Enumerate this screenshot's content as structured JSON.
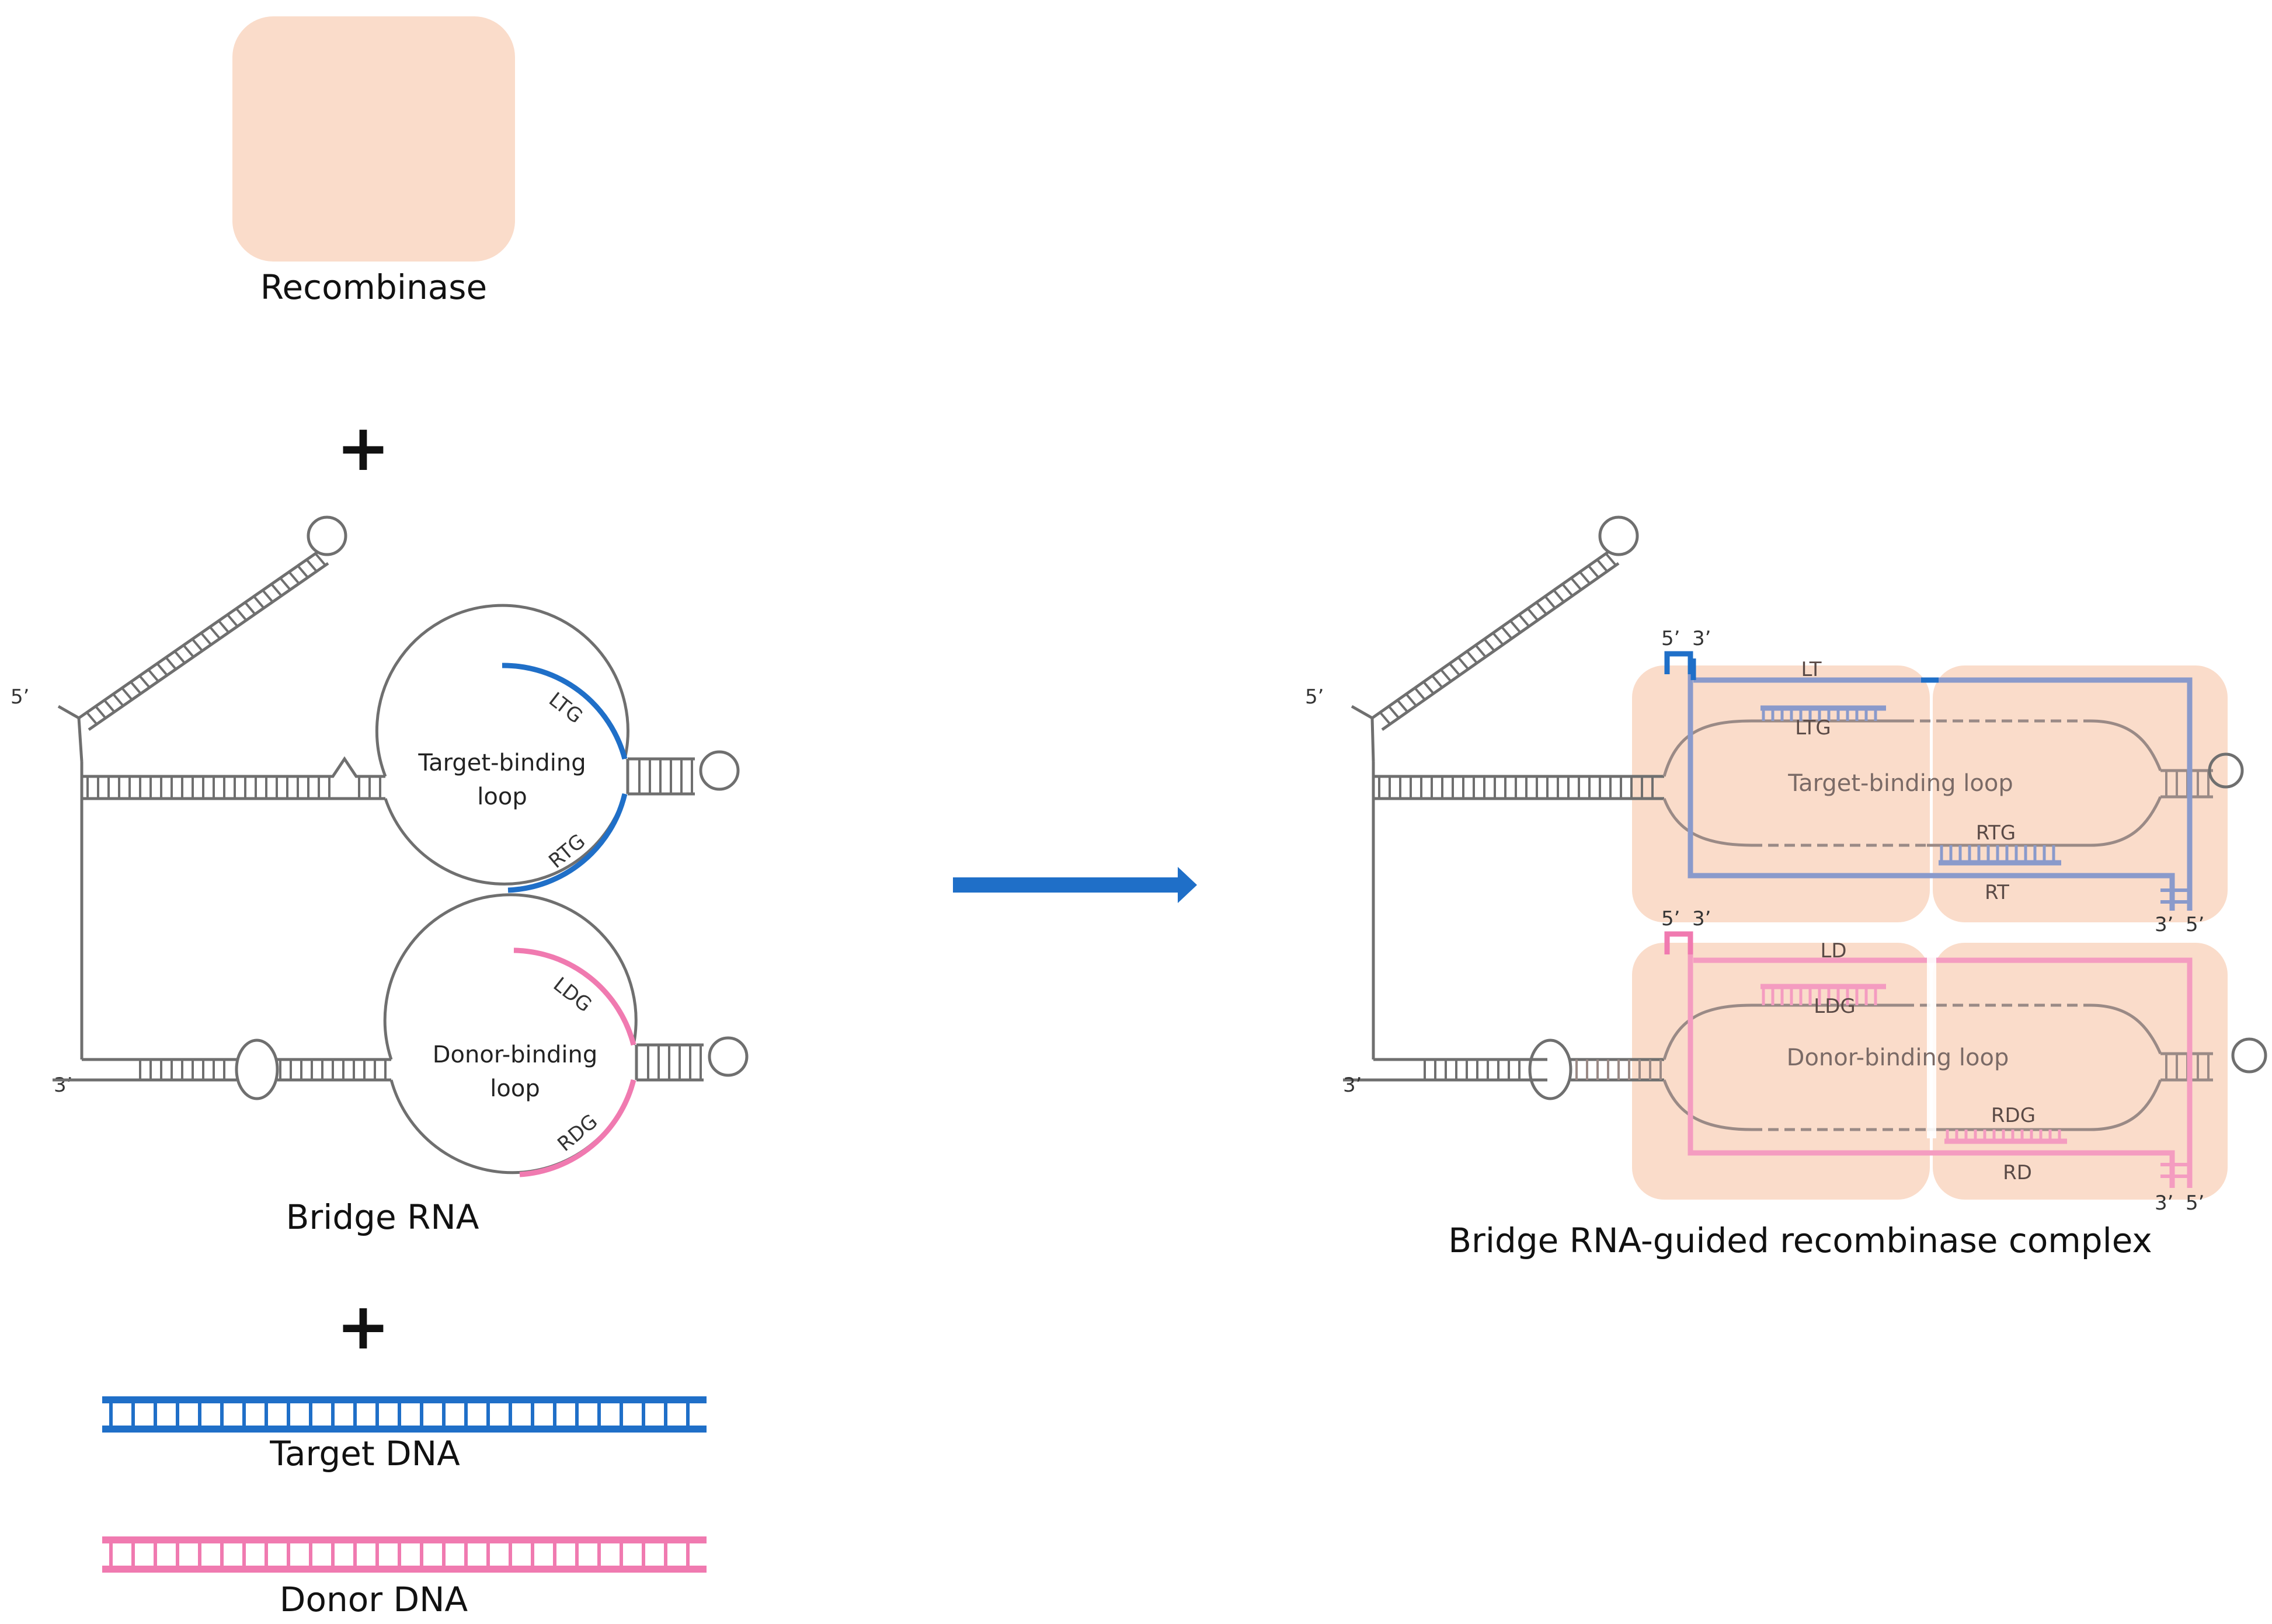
{
  "labels": {
    "recombinase": "Recombinase",
    "plus": "+",
    "bridge_rna": "Bridge RNA",
    "target_dna": "Target DNA",
    "donor_dna": "Donor DNA",
    "complex": "Bridge RNA-guided recombinase complex",
    "five_prime": "5’",
    "three_prime": "3’",
    "target_loop_line1": "Target-binding",
    "target_loop_line2": "loop",
    "donor_loop_line1": "Donor-binding",
    "donor_loop_line2": "loop",
    "target_loop_full": "Target-binding loop",
    "donor_loop_full": "Donor-binding loop",
    "ltg": "LTG",
    "rtg": "RTG",
    "ldg": "LDG",
    "rdg": "RDG",
    "lt": "LT",
    "rt": "RT",
    "ld": "LD",
    "rd": "RD"
  },
  "colors": {
    "recombinase_fill": "#fadcca",
    "target": "#1f6fc8",
    "target_faded": "#8a9acb",
    "donor": "#f07ab0",
    "donor_faded": "#f49cc0",
    "rna": "#6f6f6f",
    "arrow": "#1f6fc8"
  }
}
